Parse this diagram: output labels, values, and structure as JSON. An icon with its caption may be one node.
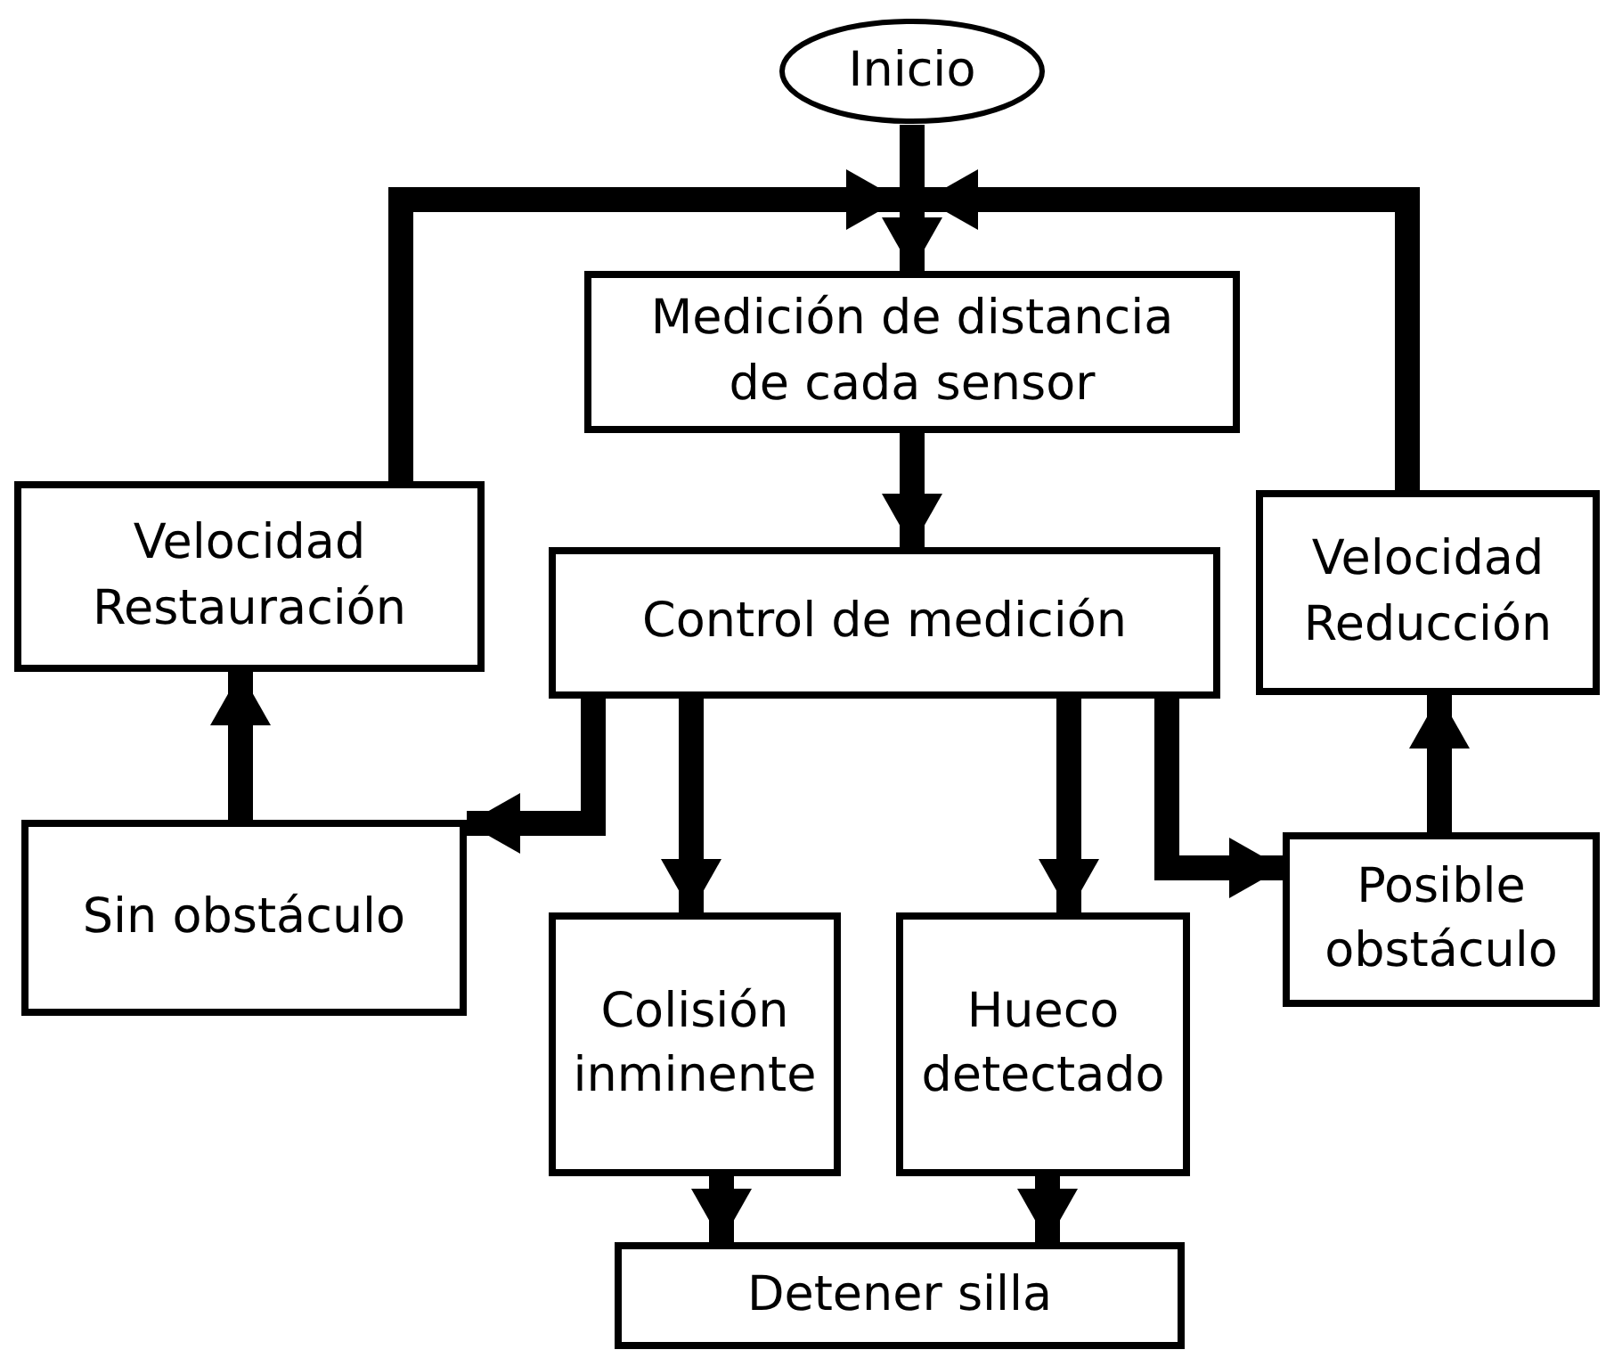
{
  "diagram": {
    "nodes": [
      {
        "text": [
          "Inicio"
        ]
      },
      {
        "text": [
          "Medición de distancia de cada sensor"
        ]
      },
      {
        "text": [
          "Velocidad Restauración"
        ]
      },
      {
        "text": [
          "Control de medición"
        ]
      },
      {
        "text": [
          "Velocidad Reducción"
        ]
      },
      {
        "text": [
          "Sin obstáculo"
        ]
      },
      {
        "text": [
          "Colisión inminente"
        ]
      },
      {
        "text": [
          "Hueco detectado"
        ]
      },
      {
        "text": [
          "Posible obstáculo"
        ]
      },
      {
        "text": [
          "Detener silla"
        ]
      }
    ],
    "edges": [
      {
        "from": 0,
        "to": 1,
        "arrow": "to"
      },
      {
        "from": 2,
        "to": 1,
        "arrow": "to"
      },
      {
        "from": 4,
        "to": 1,
        "arrow": "to"
      },
      {
        "from": 1,
        "to": 3,
        "arrow": "to"
      },
      {
        "from": 3,
        "to": 5,
        "arrow": "to"
      },
      {
        "from": 3,
        "to": 6,
        "arrow": "to"
      },
      {
        "from": 3,
        "to": 7,
        "arrow": "to"
      },
      {
        "from": 3,
        "to": 8,
        "arrow": "to"
      },
      {
        "from": 5,
        "to": 2,
        "arrow": "to"
      },
      {
        "from": 8,
        "to": 4,
        "arrow": "to"
      },
      {
        "from": 6,
        "to": 9,
        "arrow": "to"
      },
      {
        "from": 7,
        "to": 9,
        "arrow": "to"
      }
    ]
  }
}
